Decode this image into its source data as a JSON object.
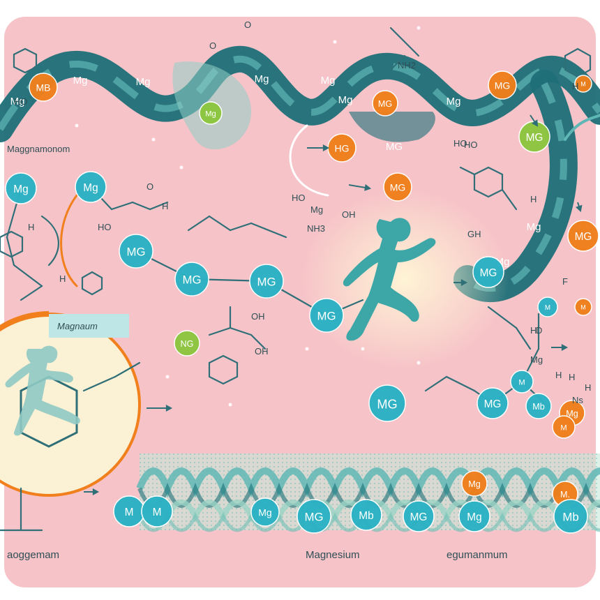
{
  "colors": {
    "background": "#f6c3c8",
    "frame": "#ffffff",
    "ribbon": "#1d6f78",
    "ribbon_light": "#5fb7b5",
    "node_teal": "#2bb2c4",
    "node_orange": "#f07f1c",
    "node_green": "#8cc63f",
    "figure": "#3da7a7",
    "bond": "#2f6f78",
    "helix": "#a9d8c9"
  },
  "labels": {
    "top_left": "Maggnamonom",
    "inset_tab": "Magnaum",
    "bottom_left": "aoggemam",
    "bottom_center": "Magnesium",
    "bottom_right": "egumanmum"
  },
  "ribbon_nodes": [
    {
      "text": "Mg",
      "kind": "teal"
    },
    {
      "text": "Mg",
      "kind": "teal"
    },
    {
      "text": "Mg",
      "kind": "teal"
    },
    {
      "text": "Mg",
      "kind": "teal"
    },
    {
      "text": "Mg",
      "kind": "teal"
    },
    {
      "text": "Mg",
      "kind": "teal"
    },
    {
      "text": "MG",
      "kind": "teal"
    },
    {
      "text": "Mg",
      "kind": "teal"
    },
    {
      "text": "Mg",
      "kind": "teal"
    },
    {
      "text": "Mg",
      "kind": "teal"
    }
  ],
  "molecule_nodes": [
    {
      "text": "MB",
      "kind": "orange"
    },
    {
      "text": "Mg",
      "kind": "green"
    },
    {
      "text": "MG",
      "kind": "orange"
    },
    {
      "text": "HG",
      "kind": "orange"
    },
    {
      "text": "MG",
      "kind": "orange"
    },
    {
      "text": "MG",
      "kind": "orange"
    },
    {
      "text": "MG",
      "kind": "green"
    },
    {
      "text": "MG",
      "kind": "orange"
    },
    {
      "text": "Mg",
      "kind": "teal"
    },
    {
      "text": "Mg",
      "kind": "teal"
    },
    {
      "text": "MG",
      "kind": "teal"
    },
    {
      "text": "MG",
      "kind": "teal"
    },
    {
      "text": "MG",
      "kind": "teal"
    },
    {
      "text": "MG",
      "kind": "teal"
    },
    {
      "text": "NG",
      "kind": "green"
    },
    {
      "text": "MG",
      "kind": "teal"
    },
    {
      "text": "MG",
      "kind": "teal"
    },
    {
      "text": "M",
      "kind": "teal"
    },
    {
      "text": "Mb",
      "kind": "teal"
    },
    {
      "text": "MG",
      "kind": "green"
    },
    {
      "text": "Mg",
      "kind": "orange"
    },
    {
      "text": "M",
      "kind": "orange"
    },
    {
      "text": "M",
      "kind": "orange"
    },
    {
      "text": "M",
      "kind": "orange"
    },
    {
      "text": "MG",
      "kind": "teal"
    },
    {
      "text": "M",
      "kind": "teal"
    },
    {
      "text": "M",
      "kind": "orange"
    }
  ],
  "helix_nodes": [
    {
      "text": "M",
      "kind": "teal"
    },
    {
      "text": "M",
      "kind": "teal"
    },
    {
      "text": "Mg",
      "kind": "teal"
    },
    {
      "text": "MG",
      "kind": "teal"
    },
    {
      "text": "Mb",
      "kind": "teal"
    },
    {
      "text": "MG",
      "kind": "teal"
    },
    {
      "text": "Mg",
      "kind": "teal"
    },
    {
      "text": "Mg",
      "kind": "orange"
    },
    {
      "text": "M.",
      "kind": "orange"
    },
    {
      "text": "Mb",
      "kind": "teal"
    }
  ],
  "chem_labels": [
    "HO",
    "H",
    "HO",
    "NH2",
    "NH3",
    "OH",
    "H",
    "HO",
    "H",
    "HO",
    "GH",
    "H",
    "H",
    "O",
    "O",
    "OH",
    "Mg",
    "H",
    "H",
    "Mg",
    "D",
    "H",
    "HO",
    "OH",
    "Ns",
    "F",
    "O",
    "H"
  ]
}
